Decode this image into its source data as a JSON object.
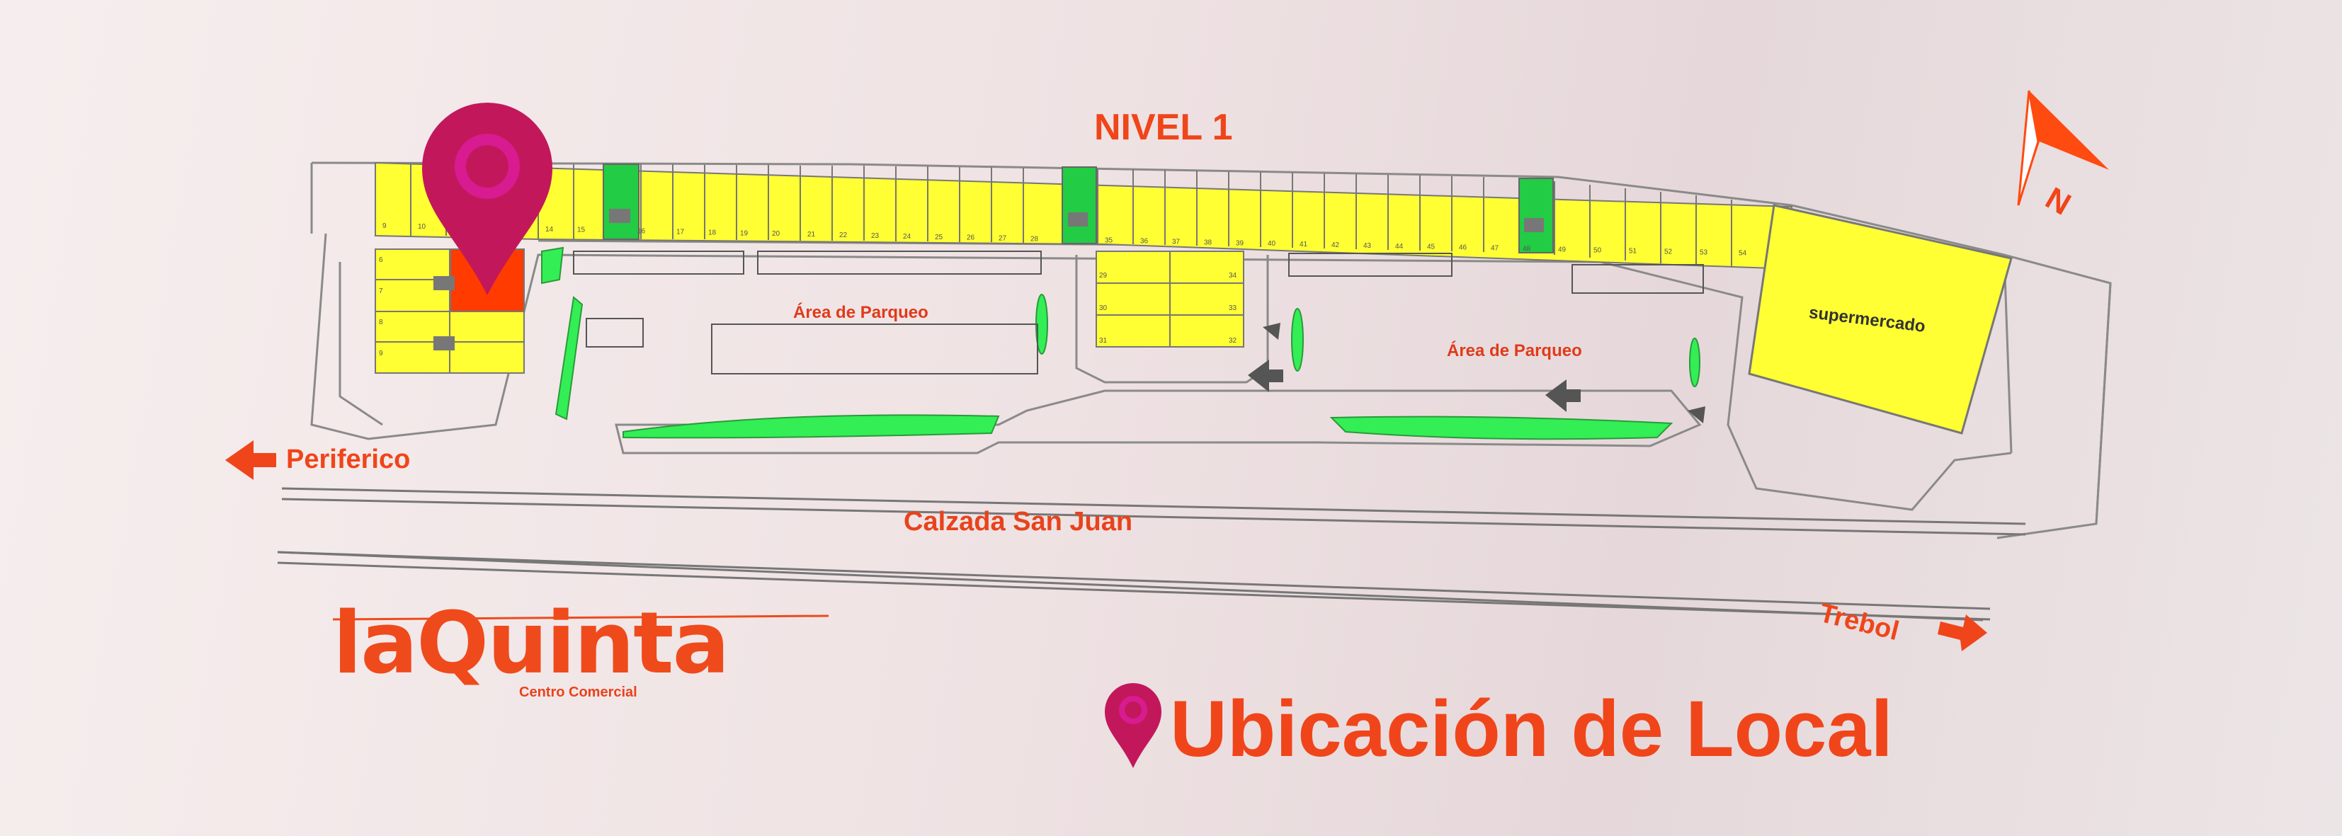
{
  "map": {
    "level_title": "NIVEL 1",
    "parking_label_left": "Área de Parqueo",
    "parking_label_right": "Área de Parqueo",
    "anchor_store_label": "supermercado",
    "main_road_label": "Calzada San Juan",
    "direction_left_label": "Periferico",
    "direction_right_label": "Trebol",
    "north_label": "N",
    "unit_numbers_top": [
      "9",
      "10",
      "14",
      "15",
      "16",
      "17",
      "18",
      "19",
      "20",
      "21",
      "22",
      "23",
      "24",
      "25",
      "26",
      "27",
      "28",
      "35",
      "36",
      "37",
      "38",
      "39",
      "40",
      "41",
      "42",
      "43",
      "44",
      "45",
      "46",
      "47",
      "48",
      "49",
      "50",
      "51",
      "52",
      "53",
      "54"
    ],
    "unit_numbers_left": [
      "6",
      "7",
      "8",
      "9"
    ],
    "unit_numbers_center": [
      "29",
      "30",
      "31",
      "32",
      "33",
      "34"
    ]
  },
  "brand": {
    "logo_text": "laQuinta",
    "logo_subtitle": "Centro Comercial"
  },
  "footer": {
    "title": "Ubicación de Local"
  },
  "colors": {
    "accent": "#f0451a",
    "pin": "#c2185b",
    "pin_ring": "#d81b91",
    "unit_yellow": "#ffff33",
    "green_area": "#33ee55",
    "selected_unit": "#ff3b00"
  },
  "icons": {
    "location": "map-pin-icon",
    "north": "north-arrow-icon",
    "left_arrow": "arrow-left-icon",
    "right_arrow": "arrow-right-icon"
  }
}
